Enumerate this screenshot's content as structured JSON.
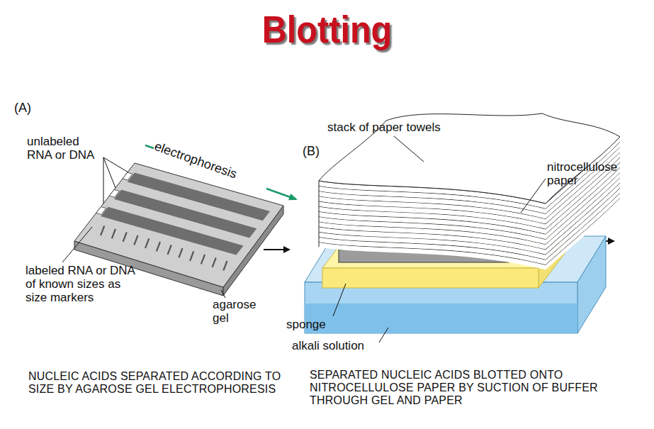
{
  "diagram": {
    "title": "Blotting",
    "labels": [
      "(A)",
      "(B)",
      "unlabeled RNA or DNA",
      "electrophoresis",
      "labeled RNA or DNA of known sizes as size markers",
      "agarose gel",
      "stack of paper towels",
      "nitrocellulose paper",
      "sponge",
      "alkali solution",
      "NUCLEIC ACIDS SEPARATED ACCORDING TO SIZE BY AGAROSE GEL ELECTROPHORESIS",
      "SEPARATED NUCLEIC ACIDS BLOTTED ONTO NITROCELLULOSE PAPER BY SUCTION OF BUFFER THROUGH GEL AND PAPER"
    ]
  }
}
